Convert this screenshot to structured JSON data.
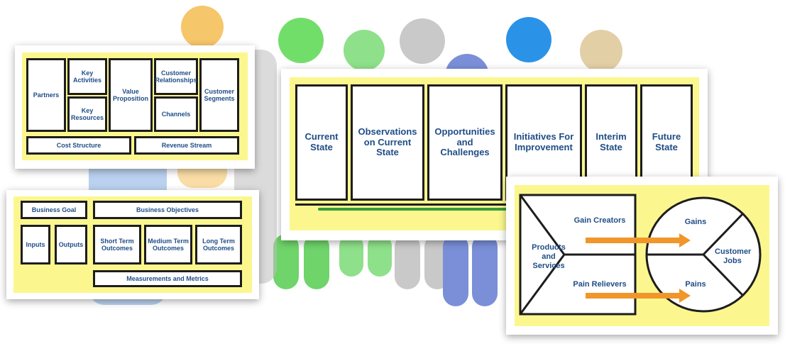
{
  "business_model_canvas": {
    "partners": "Partners",
    "key_activities": "Key Activities",
    "key_resources": "Key Resources",
    "value_proposition": "Value Proposition",
    "customer_relationships": "Customer Relationships",
    "channels": "Channels",
    "customer_segments": "Customer Segments",
    "cost_structure": "Cost Structure",
    "revenue_stream": "Revenue Stream"
  },
  "goals_canvas": {
    "business_goal": "Business Goal",
    "business_objectives": "Business Objectives",
    "inputs": "Inputs",
    "outputs": "Outputs",
    "short_term_outcomes": "Short Term Outcomes",
    "medium_term_outcomes": "Medium Term Outcomes",
    "long_term_outcomes": "Long Term Outcomes",
    "measurements_and_metrics": "Measurements and Metrics"
  },
  "improvement_canvas": {
    "columns": [
      "Current State",
      "Observations on Current State",
      "Opportunities and Challenges",
      "Initiatives For Improvement",
      "Interim State",
      "Future State"
    ]
  },
  "value_proposition_canvas": {
    "gain_creators": "Gain Creators",
    "products_and_services": "Products and Services",
    "pain_relievers": "Pain Relievers",
    "gains": "Gains",
    "customer_jobs": "Customer Jobs",
    "pains": "Pains"
  },
  "colors": {
    "paper_yellow": "#fbf78e",
    "label_blue": "#1f4d86",
    "arrow_orange": "#f0962a",
    "stripe_green": "#3a9a3a",
    "figure_colors": [
      "#f6c66a",
      "#8ee08a",
      "#6fd46a",
      "#c9c9c9",
      "#7a8fd8",
      "#2a93e8",
      "#e3cfa6",
      "#9dbde8"
    ]
  }
}
